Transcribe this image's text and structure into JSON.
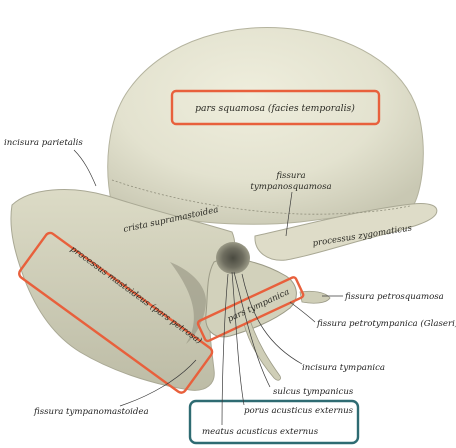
{
  "colors": {
    "background": "#ffffff",
    "bone_light": "#e9e8d6",
    "bone_mid": "#d3d2bd",
    "bone_shadow": "#a9a894",
    "bone_dark": "#6f6e60",
    "highlight_orange": "#e8603c",
    "highlight_teal": "#2e6b72"
  },
  "labels": {
    "pars_squamosa": "pars squamosa (facies temporalis)",
    "incisura_parietalis": "incisura parietalis",
    "fissura_tympanosquamosa_1": "fissura",
    "fissura_tympanosquamosa_2": "tympanosquamosa",
    "crista_supramastoidea": "crista supramastoidea",
    "processus_zygomaticus": "processus zygomaticus",
    "processus_mastoideus": "processus mastoideus (pars petrosa)",
    "pars_tympanica": "pars tympanica",
    "fissura_petrosquamosa": "fissura petrosquamosa",
    "fissura_petrotympanica": "fissura petrotympanica (Glaseri)",
    "incisura_tympanica": "incisura tympanica",
    "sulcus_tympanicus": "sulcus tympanicus",
    "porus_acusticus_externus": "porus acusticus externus",
    "meatus_acusticus_externus": "meatus acusticus externus",
    "fissura_tympanomastoidea": "fissura tympanomastoidea"
  }
}
